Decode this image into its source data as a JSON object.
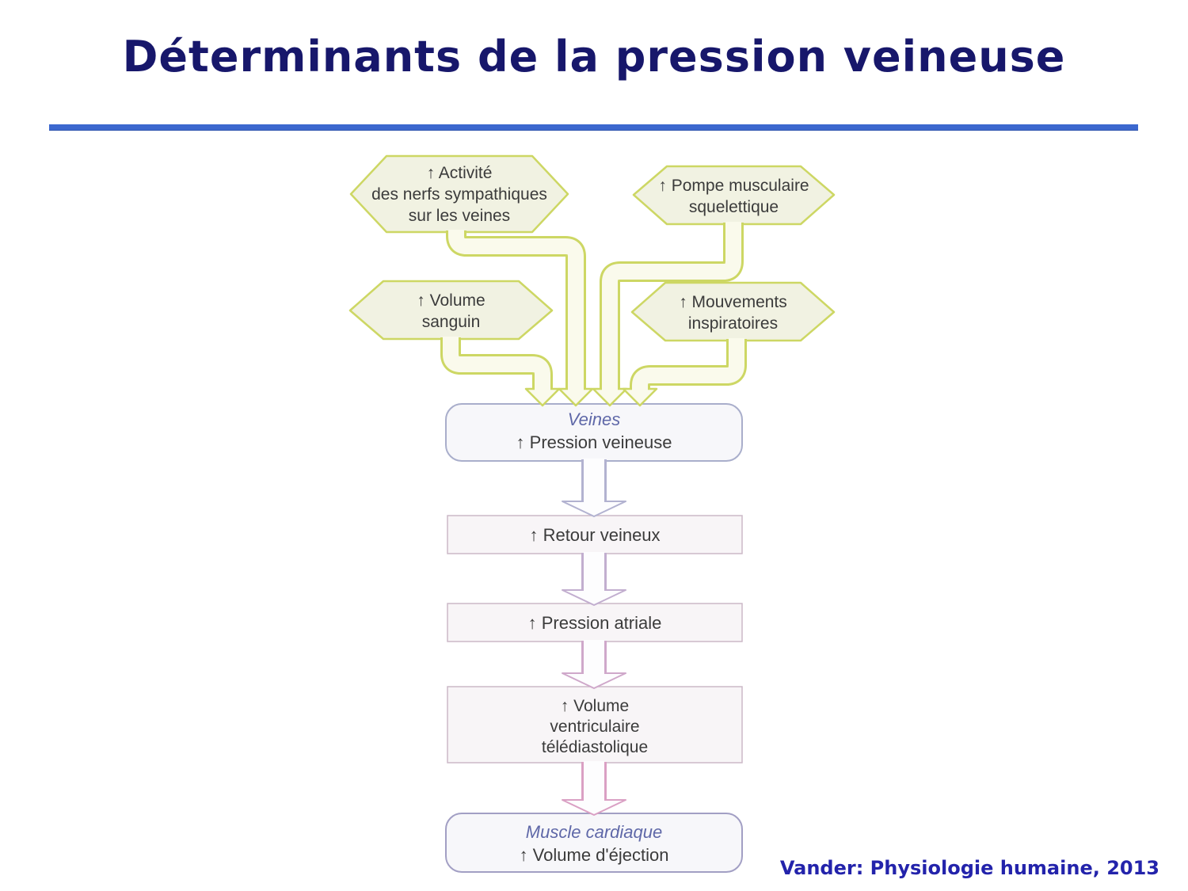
{
  "slide": {
    "title": "Déterminants de la pression veineuse",
    "citation": "Vander: Physiologie humaine, 2013"
  },
  "flowchart": {
    "factors": [
      {
        "id": "sympathetic-nerve-activity",
        "label": "↑ Activité\ndes nerfs sympathiques\nsur les veines"
      },
      {
        "id": "skeletal-muscle-pump",
        "label": "↑ Pompe musculaire\nsquelettique"
      },
      {
        "id": "blood-volume",
        "label": "↑ Volume\nsanguin"
      },
      {
        "id": "inspiratory-movements",
        "label": "↑ Mouvements\ninspiratoires"
      }
    ],
    "veins_box": {
      "heading": "Veines",
      "label": "↑ Pression veineuse"
    },
    "steps": [
      {
        "label": "↑ Retour veineux"
      },
      {
        "label": "↑ Pression atriale"
      },
      {
        "label": "↑ Volume\nventriculaire\ntélédiastolique"
      }
    ],
    "heart_box": {
      "heading": "Muscle cardiaque",
      "label": "↑ Volume d'éjection"
    }
  },
  "colors": {
    "title_text": "#17176b",
    "divider_blue": "#3c68cf",
    "citation_text": "#2323ab",
    "factor_outline": "#cdd764",
    "factor_fill": "#f1f2e2",
    "pipe_inner": "#fafaec",
    "organ_box_border": "#a9aecb",
    "organ_box_fill": "#f7f7fa",
    "step_box_border": "#ccb9c7",
    "step_box_fill": "#f8f5f7",
    "heading_text": "#5f68a8",
    "label_text": "#3b3b3b",
    "arrow_1": "#b2b2d0",
    "arrow_2": "#c2aecf",
    "arrow_3": "#cfa8ca",
    "arrow_4": "#daa0c4"
  }
}
